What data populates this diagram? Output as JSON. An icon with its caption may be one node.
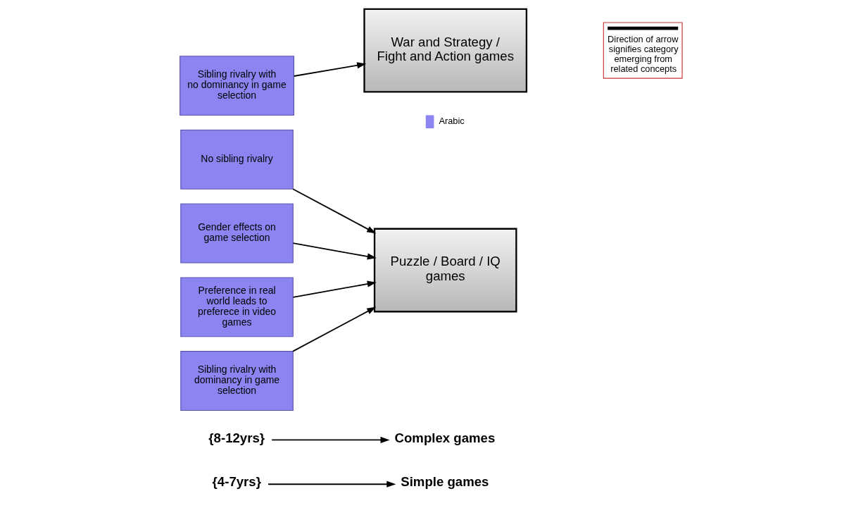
{
  "diagram": {
    "nodes": [
      {
        "text": [
          "{4-7yrs}"
        ]
      },
      {
        "text": [
          "Simple games"
        ]
      },
      {
        "text": [
          "{8-12yrs}"
        ]
      },
      {
        "text": [
          "Complex games"
        ]
      },
      {
        "text": [
          "No sibling rivalry"
        ]
      },
      {
        "text": [
          "Gender effects on game selection"
        ]
      },
      {
        "text": [
          "Preference in real world leads to preferece in video games"
        ]
      },
      {
        "text": [
          "Sibling rivalry with dominancy in game selection"
        ]
      },
      {
        "text": [
          "Sibling rivalry with no dominancy in game selection"
        ]
      },
      {
        "text": [
          "Puzzle / Board / IQ games"
        ]
      },
      {
        "text": [
          "War and Strategy / Fight and Action games"
        ]
      }
    ],
    "edges": [
      {
        "from": 0,
        "to": 1,
        "arrow": "to"
      },
      {
        "from": 2,
        "to": 3,
        "arrow": "to"
      },
      {
        "from": 5,
        "to": 9,
        "arrow": "to"
      },
      {
        "from": 4,
        "to": 9,
        "arrow": "to"
      },
      {
        "from": 6,
        "to": 9,
        "arrow": "to"
      },
      {
        "from": 7,
        "to": 9,
        "arrow": "to"
      },
      {
        "from": 8,
        "to": 10,
        "arrow": "to"
      }
    ],
    "legend": [
      {
        "text": "Direction of arrow signifies category emerging from related concepts"
      },
      {
        "text": "Arabic",
        "color": "#8c84f0"
      }
    ]
  }
}
